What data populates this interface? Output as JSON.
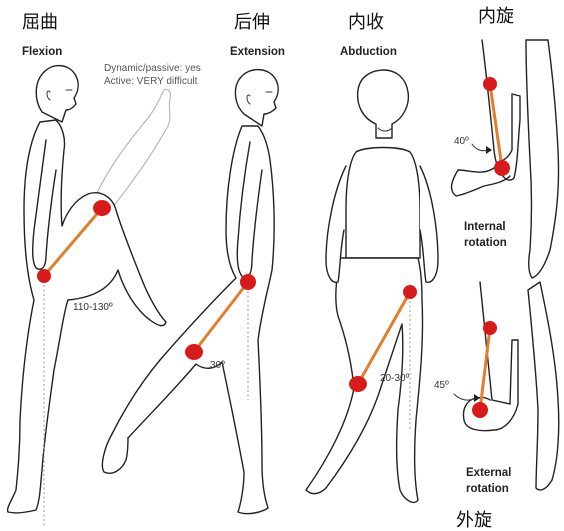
{
  "colors": {
    "joint": "#d91a1a",
    "bone": "#e07f2c",
    "outline": "#222222",
    "ghost": "#b8b8b8"
  },
  "flexion": {
    "title_zh": "屈曲",
    "title_en": "Flexion",
    "note_line1": "Dynamic/passive: yes",
    "note_line2": "Active: VERY difficult",
    "angle": "110-130º"
  },
  "extension": {
    "title_zh": "后伸",
    "title_en": "Extension",
    "angle": "30º"
  },
  "abduction": {
    "title_zh": "内收",
    "title_en": "Abduction",
    "angle": "20-30º"
  },
  "internal_rotation": {
    "title_zh": "内旋",
    "angle": "40º",
    "label_line1": "Internal",
    "label_line2": "rotation"
  },
  "external_rotation": {
    "title_zh": "外旋",
    "angle": "45º",
    "label_line1": "External",
    "label_line2": "rotation"
  }
}
